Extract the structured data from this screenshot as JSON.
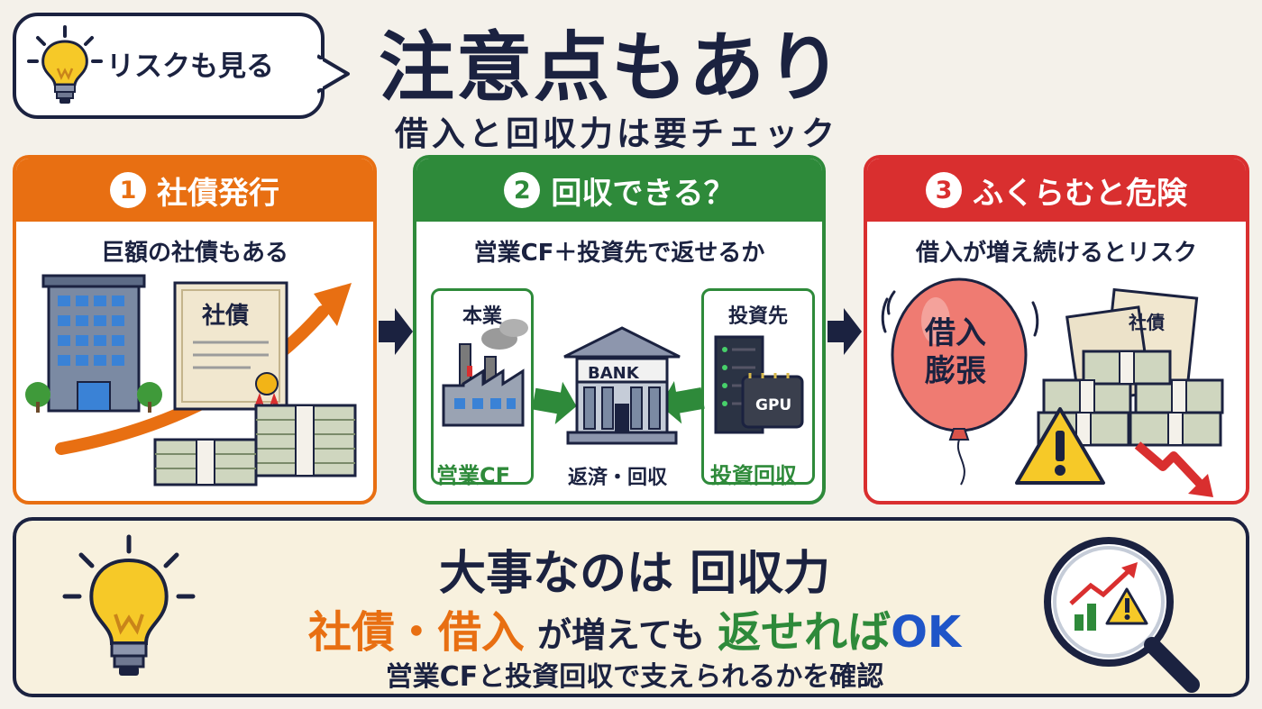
{
  "bubble": {
    "text": "リスクも見る"
  },
  "header": {
    "title": "注意点もあり",
    "subtitle": "借入と回収力は要チェック"
  },
  "panels": [
    {
      "num": "1",
      "title": "社債発行",
      "subtitle": "巨額の社債もある",
      "cert_label": "社債"
    },
    {
      "num": "2",
      "title": "回収できる？",
      "subtitle": "営業CF＋投資先で返せるか",
      "left_box": "本業",
      "right_box": "投資先",
      "left_caption": "営業CF",
      "center_caption": "返済・回収",
      "right_caption": "投資回収",
      "bank_label": "BANK",
      "gpu_label": "GPU"
    },
    {
      "num": "3",
      "title": "ふくらむと危険",
      "subtitle": "借入が増え続けるとリスク",
      "balloon_line1": "借入",
      "balloon_line2": "膨張",
      "cert_label": "社債"
    }
  ],
  "bottom": {
    "title": "大事なのは 回収力",
    "line2_part1": "社債・借入",
    "line2_part2": "が増えても",
    "line2_part3": "返せれば",
    "line2_part4": "OK",
    "line3": "営業CFと投資回収で支えられるかを確認"
  },
  "colors": {
    "navy": "#1b2240",
    "orange": "#e86f12",
    "green": "#2e8a3a",
    "red": "#d92f2f",
    "blue": "#1f55c8",
    "bulb": "#f6c928"
  },
  "icons": [
    "lightbulb-icon",
    "building-icon",
    "certificate-icon",
    "money-stack-icon",
    "factory-icon",
    "bank-icon",
    "server-icon",
    "balloon-icon",
    "warning-icon",
    "magnifier-icon",
    "arrow-right-icon"
  ]
}
